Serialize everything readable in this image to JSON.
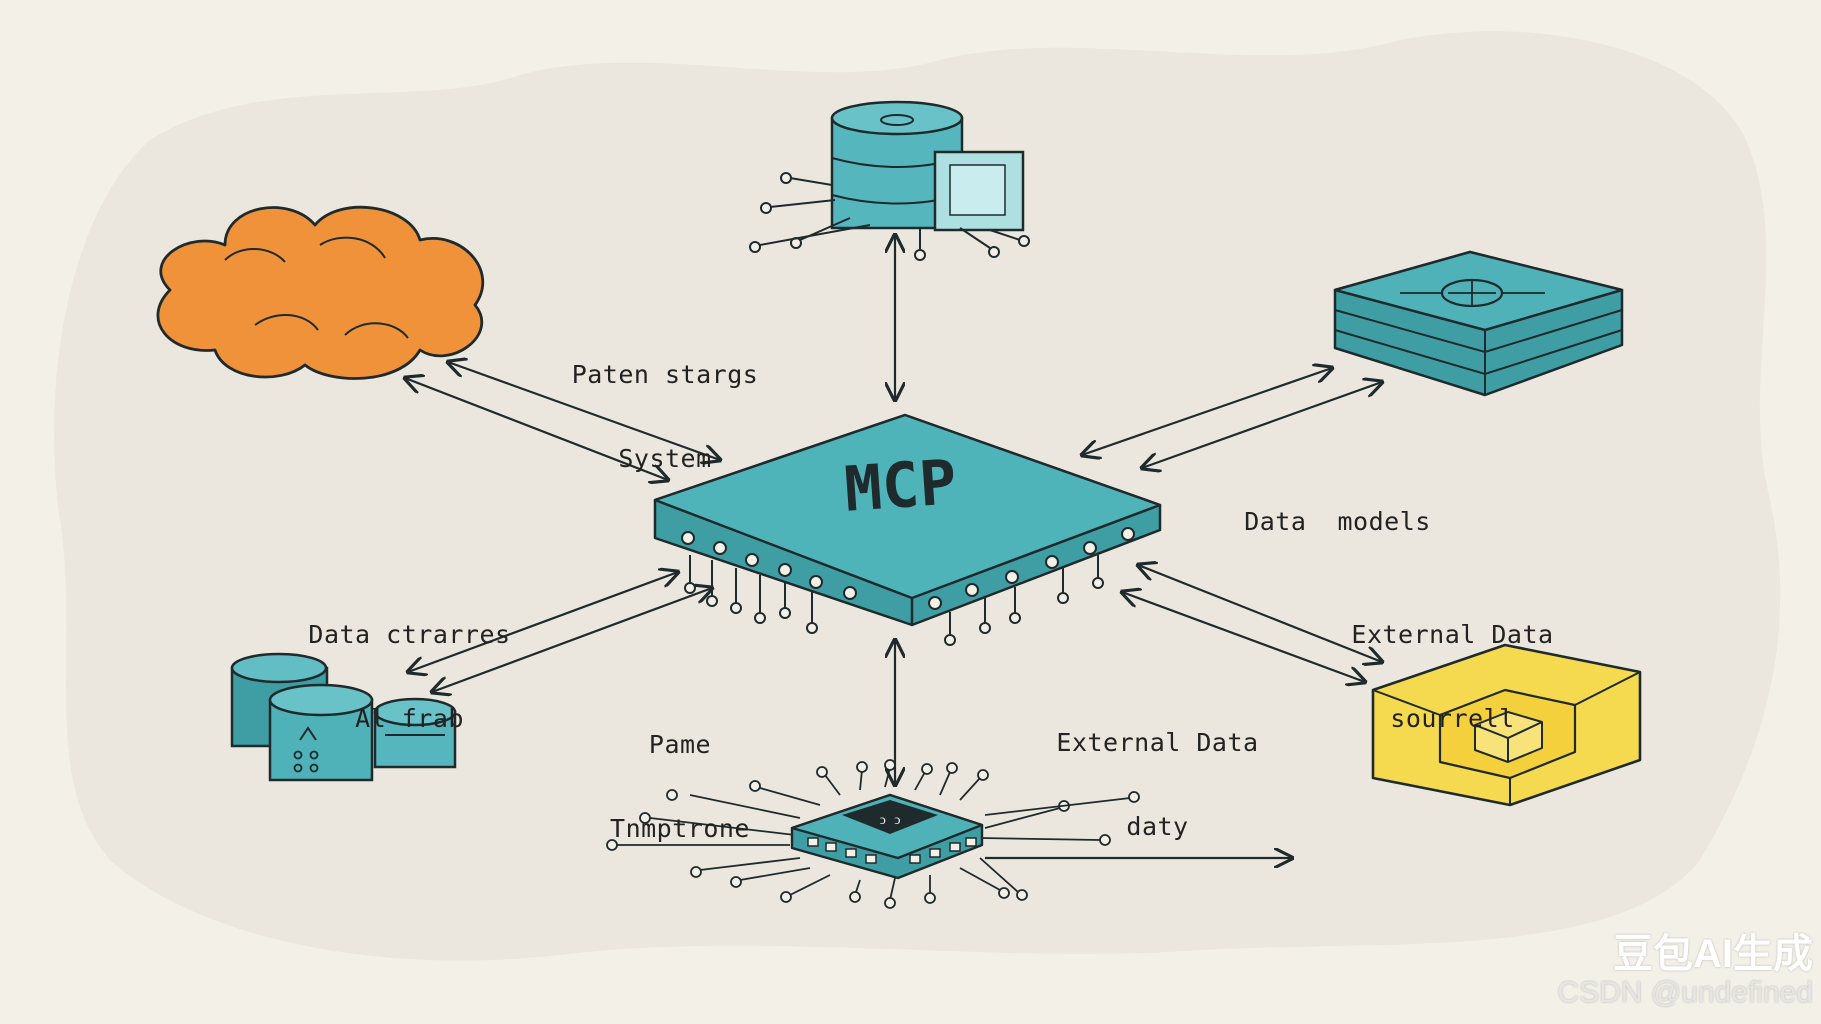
{
  "hub": {
    "label": "MCP",
    "icon": "chip-icon"
  },
  "labels": {
    "top_left": [
      "Paten stargs",
      "System"
    ],
    "right_upper": [
      "Data  models"
    ],
    "left_lower": [
      "Data ctrarres",
      "Al frab"
    ],
    "right_lower": [
      "External Data",
      "sourrell"
    ],
    "bottom_left": [
      "Pame",
      "Tnmptrone"
    ],
    "bottom_right": [
      "External Data",
      "daty"
    ]
  },
  "nodes": [
    {
      "name": "cloud-icon",
      "color": "#f0923a"
    },
    {
      "name": "database-server-icon",
      "color": "#55b6bd"
    },
    {
      "name": "server-stack-icon",
      "color": "#4fb2b8"
    },
    {
      "name": "storage-cylinders-icon",
      "color": "#55b6bd"
    },
    {
      "name": "cube-icon",
      "color": "#f5da4f"
    },
    {
      "name": "processor-icon",
      "color": "#4fb2b8"
    }
  ],
  "colors": {
    "teal": "#4fb4ba",
    "orange": "#f0923a",
    "yellow": "#f5da4f",
    "ink": "#1f2a2c",
    "paper": "#f3f0e8",
    "wash": "#e9e5dc"
  },
  "watermark": {
    "line1": "豆包AI生成",
    "line2": "CSDN @undefined"
  }
}
